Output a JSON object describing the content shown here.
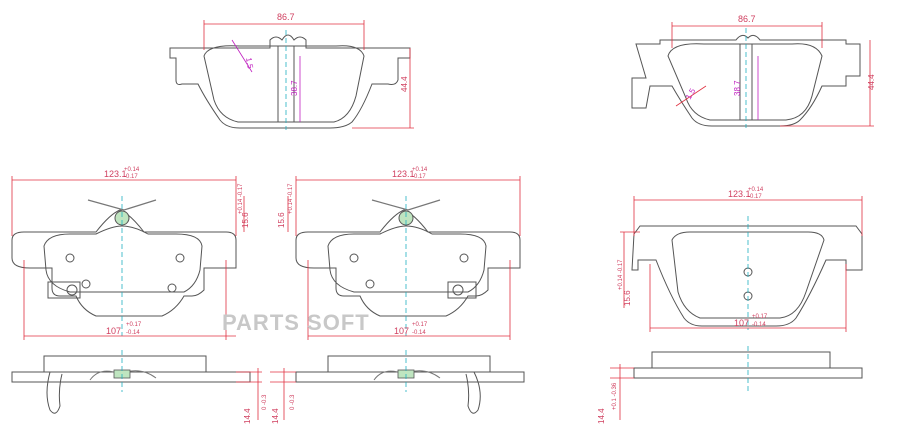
{
  "watermark": "PARTS SOFT",
  "top_left": {
    "width": "86.7",
    "height": "44.4",
    "inner_height": "38.7",
    "radius": "1.5"
  },
  "top_right": {
    "width": "86.7",
    "height": "44.4",
    "inner_height": "38.7",
    "radius": "1.5"
  },
  "pad_left": {
    "width_main": "123.1",
    "width_tol_plus": "+0.14",
    "width_tol_minus": "-0.17",
    "height_main": "15.6",
    "height_tol": "+0.14 -0.17",
    "base_main": "107",
    "base_tol_plus": "+0.17",
    "base_tol_minus": "-0.14"
  },
  "pad_mid": {
    "width_main": "123.1",
    "width_tol_plus": "+0.14",
    "width_tol_minus": "-0.17",
    "height_main": "15.6",
    "height_tol": "+0.14 -0.17",
    "base_main": "107",
    "base_tol_plus": "+0.17",
    "base_tol_minus": "-0.14"
  },
  "pad_right": {
    "width_main": "123.1",
    "width_tol_plus": "+0.14",
    "width_tol_minus": "-0.17",
    "height_main": "15.6",
    "height_tol": "+0.14 -0.17",
    "base_main": "107",
    "base_tol_plus": "+0.17",
    "base_tol_minus": "-0.14"
  },
  "side_left": {
    "thickness_main": "14.4",
    "thickness_tol": "0 -0.3"
  },
  "side_mid": {
    "thickness_main": "14.4",
    "thickness_tol": "0 -0.3"
  },
  "side_right": {
    "thickness_main": "14.4",
    "thickness_tol": "+0.1 -0.36"
  },
  "colors": {
    "dimension": "#e03040",
    "centerline": "#20b0c0",
    "outline": "#555555",
    "accent": "#c020c0"
  }
}
